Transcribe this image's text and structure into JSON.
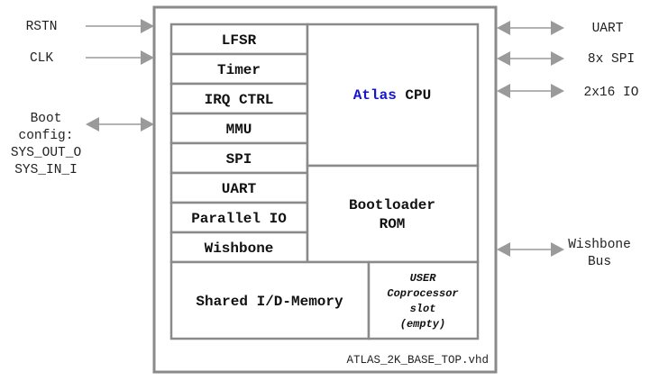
{
  "colors": {
    "border": "#8a8a8a",
    "arrow": "#9a9a9a",
    "text": "#111111",
    "atlas_accent": "#1515d0"
  },
  "left_signals": {
    "rstn": "RSTN",
    "clk": "CLK",
    "boot_config": [
      "Boot",
      "config:",
      "SYS_OUT_O",
      "SYS_IN_I"
    ]
  },
  "right_signals": {
    "uart": "UART",
    "spi": "8x SPI",
    "io": "2x16 IO",
    "wishbone_bus": [
      "Wishbone",
      "Bus"
    ]
  },
  "modules": {
    "lfsr": "LFSR",
    "timer": "Timer",
    "irq_ctrl": "IRQ CTRL",
    "mmu": "MMU",
    "spi": "SPI",
    "uart": "UART",
    "parallel_io": "Parallel IO",
    "wishbone": "Wishbone"
  },
  "cpu": {
    "name_accent": "Atlas",
    "name_rest": "CPU"
  },
  "bootloader": [
    "Bootloader",
    "ROM"
  ],
  "shared_memory": "Shared I/D-Memory",
  "coprocessor": [
    "USER",
    "Coprocessor",
    "slot",
    "(empty)"
  ],
  "top_file": "ATLAS_2K_BASE_TOP.vhd"
}
